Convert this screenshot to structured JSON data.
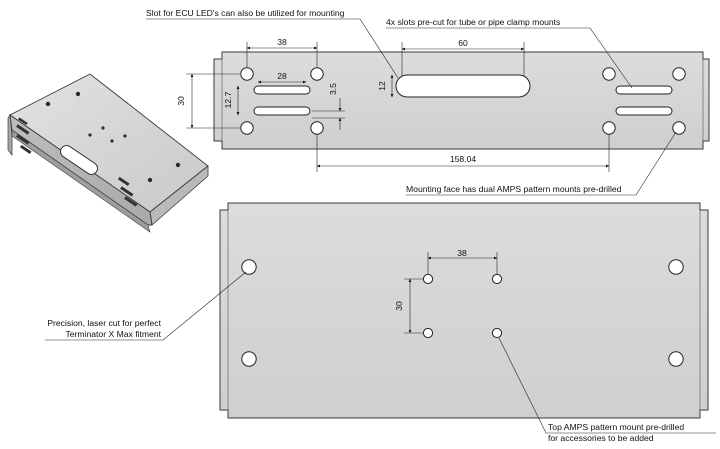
{
  "callouts": {
    "led_slot": "Slot for ECU LED's can also be utilized for mounting",
    "four_slots": "4x slots pre-cut for tube or pipe clamp mounts",
    "mounting_face": "Mounting face has dual AMPS pattern mounts pre-drilled",
    "laser_cut_line1": "Precision, laser cut for perfect",
    "laser_cut_line2": "Terminator X Max fitment",
    "top_amps_line1": "Top AMPS pattern mount pre-drilled",
    "top_amps_line2": "for accessories to be added"
  },
  "dimensions": {
    "front_hole_spacing": "38",
    "front_slot_width": "28",
    "front_hole_vertical": "30",
    "front_slot_offset": "12.7",
    "front_slot_height": "3.5",
    "center_slot_length": "60",
    "center_slot_height": "12",
    "overall_hole_span": "158.04",
    "top_hole_spacing": "38",
    "top_hole_vertical": "30"
  },
  "colors": {
    "plate_fill": "#d5d5d7",
    "plate_stroke": "#3a3a3a",
    "hole_fill": "#ffffff"
  }
}
